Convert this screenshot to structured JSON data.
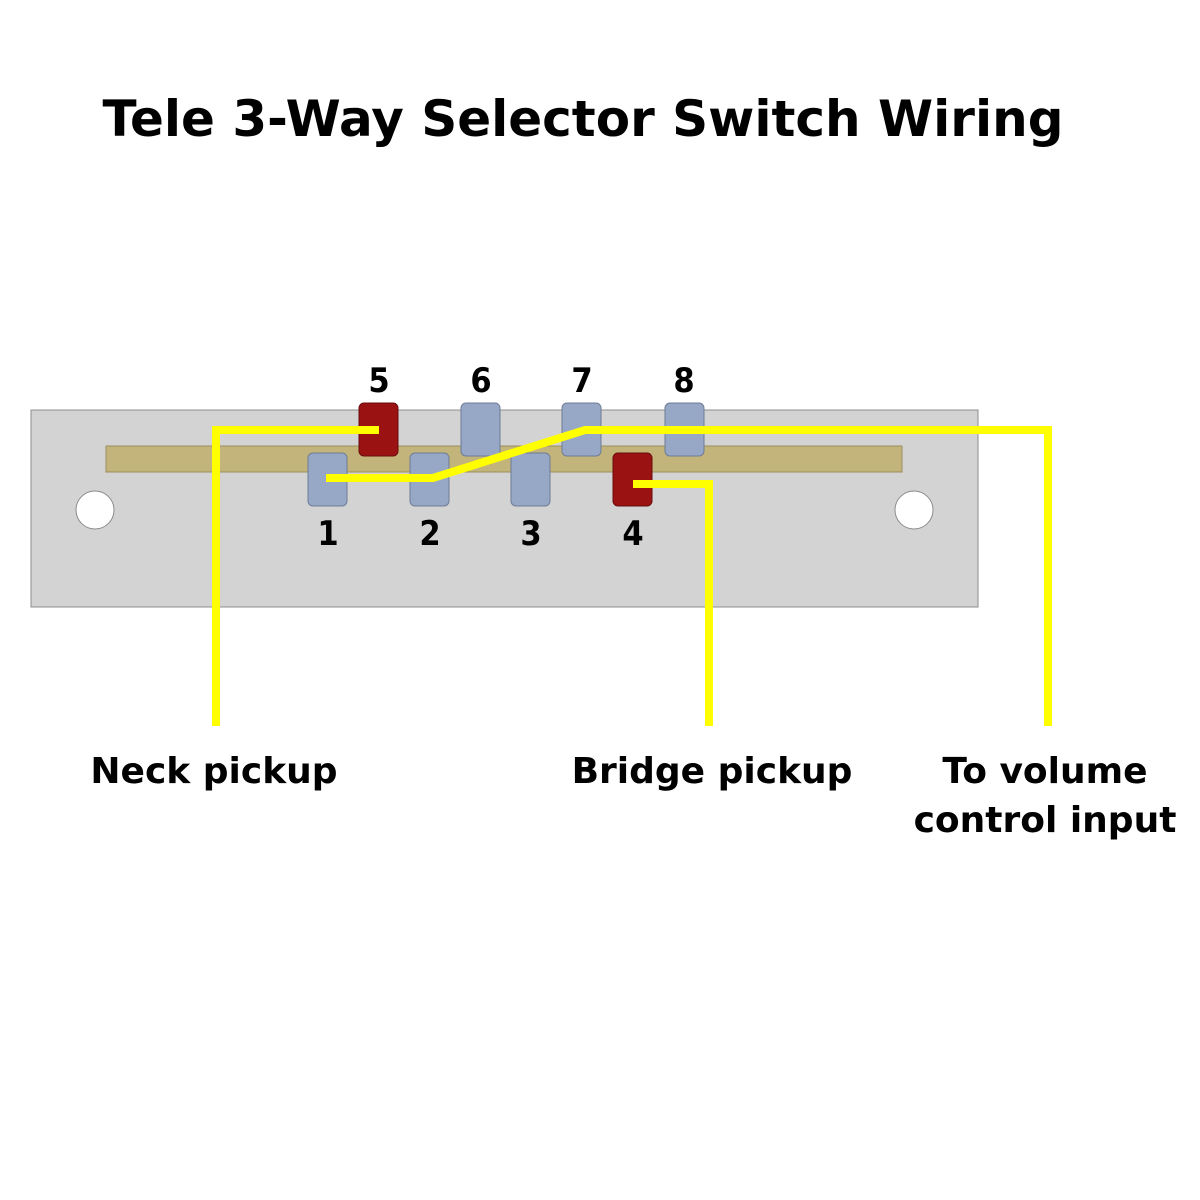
{
  "title": "Tele 3-Way Selector Switch Wiring",
  "colors": {
    "plate": "#d3d3d3",
    "plate_border": "#8c8c8c",
    "rail": "#c2b47a",
    "lug": "#97a8c7",
    "lug_active": "#9b1212",
    "wire": "#ffff00",
    "mount_hole": "#ffffff"
  },
  "lugs": {
    "top": [
      {
        "number": "5",
        "active": true
      },
      {
        "number": "6",
        "active": false
      },
      {
        "number": "7",
        "active": false
      },
      {
        "number": "8",
        "active": false
      }
    ],
    "bottom": [
      {
        "number": "1",
        "active": false
      },
      {
        "number": "2",
        "active": false
      },
      {
        "number": "3",
        "active": false
      },
      {
        "number": "4",
        "active": true
      }
    ]
  },
  "wires": [
    {
      "name": "neck-pickup-wire",
      "connects": [
        "5"
      ],
      "label": "Neck pickup"
    },
    {
      "name": "bridge-pickup-wire",
      "connects": [
        "4"
      ],
      "label": "Bridge pickup"
    },
    {
      "name": "output-wire",
      "connects": [
        "1",
        "2",
        "7"
      ],
      "label_lines": [
        "To volume",
        "control input"
      ]
    }
  ],
  "labels": {
    "neck": "Neck pickup",
    "bridge": "Bridge pickup",
    "output_line1": "To volume",
    "output_line2": "control input"
  }
}
